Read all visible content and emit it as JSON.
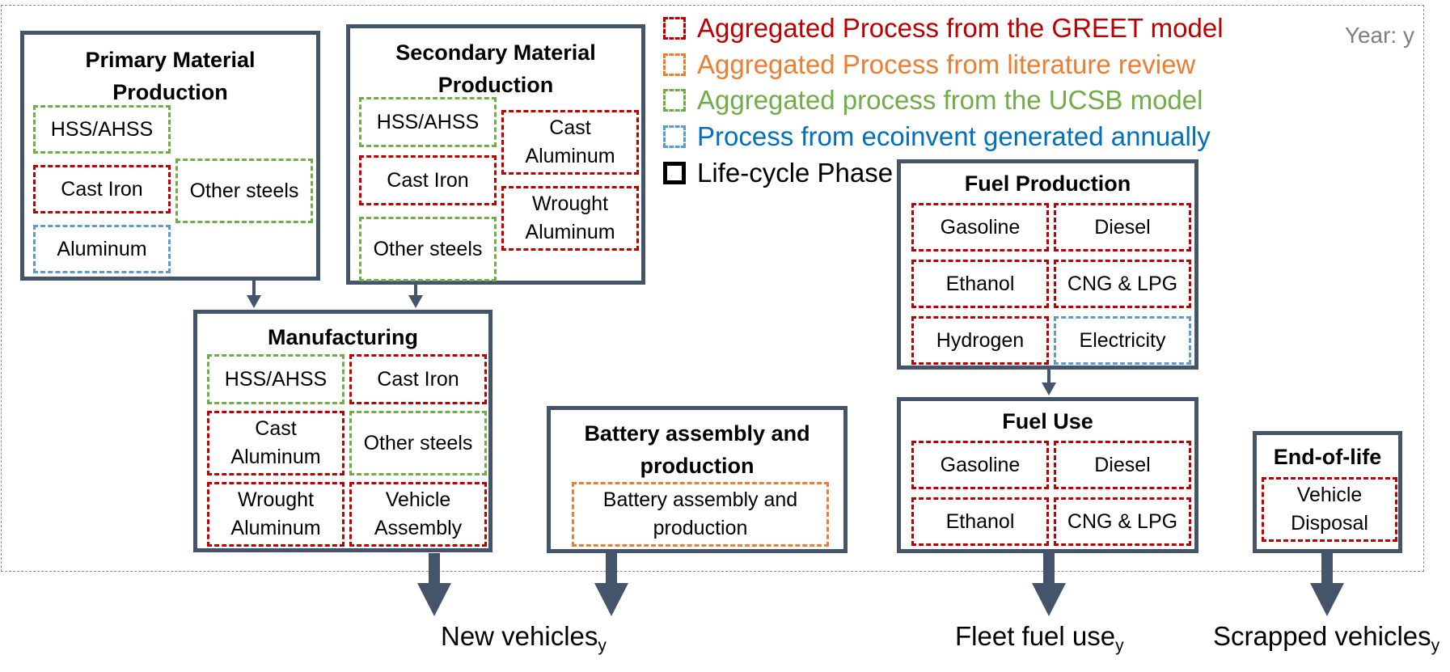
{
  "year_label": "Year: y",
  "legend": [
    {
      "label": "Aggregated Process from the GREET model",
      "color": "#c00000",
      "style": "dashed"
    },
    {
      "label": "Aggregated Process from literature review",
      "color": "#ed7d31",
      "style": "dashed"
    },
    {
      "label": "Aggregated process from the UCSB model",
      "color": "#70ad47",
      "style": "dashed"
    },
    {
      "label": "Process from ecoinvent generated annually",
      "color": "#0070c0",
      "style": "dashed"
    },
    {
      "label": "Life-cycle Phase",
      "color": "#000000",
      "style": "solid"
    }
  ],
  "phases": {
    "primary": {
      "title": "Primary Material Production",
      "processes": [
        {
          "label": "HSS/AHSS",
          "source": "ucsb"
        },
        {
          "label": "Cast Iron",
          "source": "greet"
        },
        {
          "label": "Other steels",
          "source": "ucsb"
        },
        {
          "label": "Aluminum",
          "source": "ecoinvent"
        }
      ]
    },
    "secondary": {
      "title": "Secondary Material Production",
      "processes": [
        {
          "label": "HSS/AHSS",
          "source": "ucsb"
        },
        {
          "label": "Cast Aluminum",
          "source": "greet"
        },
        {
          "label": "Cast Iron",
          "source": "greet"
        },
        {
          "label": "Wrought Aluminum",
          "source": "greet"
        },
        {
          "label": "Other steels",
          "source": "ucsb"
        }
      ]
    },
    "manufacturing": {
      "title": "Manufacturing",
      "processes": [
        {
          "label": "HSS/AHSS",
          "source": "ucsb"
        },
        {
          "label": "Cast Iron",
          "source": "greet"
        },
        {
          "label": "Cast Aluminum",
          "source": "greet"
        },
        {
          "label": "Other steels",
          "source": "ucsb"
        },
        {
          "label": "Wrought Aluminum",
          "source": "greet"
        },
        {
          "label": "Vehicle Assembly",
          "source": "greet"
        }
      ]
    },
    "battery": {
      "title": "Battery assembly and production",
      "processes": [
        {
          "label": "Battery assembly and production",
          "source": "literature"
        }
      ]
    },
    "fuel_production": {
      "title": "Fuel Production",
      "processes": [
        {
          "label": "Gasoline",
          "source": "greet"
        },
        {
          "label": "Diesel",
          "source": "greet"
        },
        {
          "label": "Ethanol",
          "source": "greet"
        },
        {
          "label": "CNG & LPG",
          "source": "greet"
        },
        {
          "label": "Hydrogen",
          "source": "greet"
        },
        {
          "label": "Electricity",
          "source": "ecoinvent"
        }
      ]
    },
    "fuel_use": {
      "title": "Fuel Use",
      "processes": [
        {
          "label": "Gasoline",
          "source": "greet"
        },
        {
          "label": "Diesel",
          "source": "greet"
        },
        {
          "label": "Ethanol",
          "source": "greet"
        },
        {
          "label": "CNG & LPG",
          "source": "greet"
        }
      ]
    },
    "end_of_life": {
      "title": "End-of-life",
      "processes": [
        {
          "label": "Vehicle Disposal",
          "source": "greet"
        }
      ]
    }
  },
  "outputs": {
    "new_vehicles": {
      "text": "New vehicles",
      "subscript": "y"
    },
    "fleet_fuel_use": {
      "text": "Fleet fuel use",
      "subscript": "y"
    },
    "scrapped_vehicles": {
      "text": "Scrapped vehicles",
      "subscript": "y"
    }
  },
  "colors": {
    "phase_border": "#44546a",
    "greet": "#c00000",
    "literature": "#ed7d31",
    "ucsb": "#70ad47",
    "ecoinvent": "#5b9bd5",
    "year": "#7f7f7f"
  }
}
